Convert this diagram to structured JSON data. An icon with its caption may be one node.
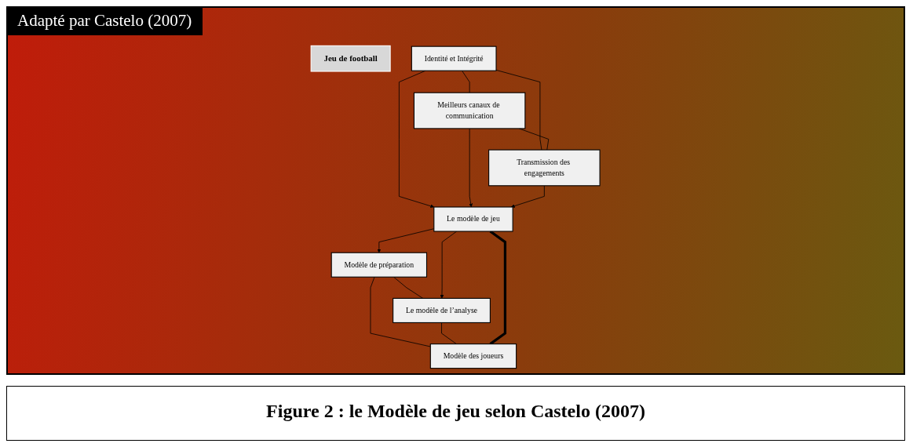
{
  "diagram": {
    "caption": "Figure 2 : le Modèle de jeu selon Castelo (2007)",
    "nodes": [
      {
        "text": [
          "Jeu de football"
        ]
      },
      {
        "text": [
          "Identité et Intégrité"
        ]
      },
      {
        "text": [
          "Modèle de préparation"
        ]
      },
      {
        "text": [
          "Le modèle de  l’analyse"
        ]
      },
      {
        "text": [
          "Le modèle de jeu"
        ]
      },
      {
        "text": [
          "Meilleurs canaux de communication"
        ]
      },
      {
        "text": [
          "Transmission des engagements"
        ]
      },
      {
        "text": [
          "Modèle des joueurs"
        ]
      }
    ],
    "edges": [
      {
        "from": 1,
        "to": 4,
        "arrow": "to"
      },
      {
        "from": 1,
        "to": 5,
        "arrow": "none"
      },
      {
        "from": 1,
        "to": 6,
        "arrow": "none"
      },
      {
        "from": 5,
        "to": 6,
        "arrow": "none"
      },
      {
        "from": 5,
        "to": 4,
        "arrow": "to"
      },
      {
        "from": 6,
        "to": 4,
        "arrow": "to"
      },
      {
        "from": 7,
        "to": 4,
        "arrow": "none",
        "style": "thick"
      },
      {
        "from": 2,
        "to": 3,
        "arrow": "none"
      },
      {
        "from": 4,
        "to": 3,
        "arrow": "to"
      },
      {
        "from": 2,
        "to": 7,
        "arrow": "none"
      },
      {
        "from": 3,
        "to": 7,
        "arrow": "none"
      },
      {
        "from": 4,
        "to": 2,
        "arrow": "to"
      }
    ],
    "labels": [
      "Adapté par  Castelo (2007)"
    ]
  }
}
